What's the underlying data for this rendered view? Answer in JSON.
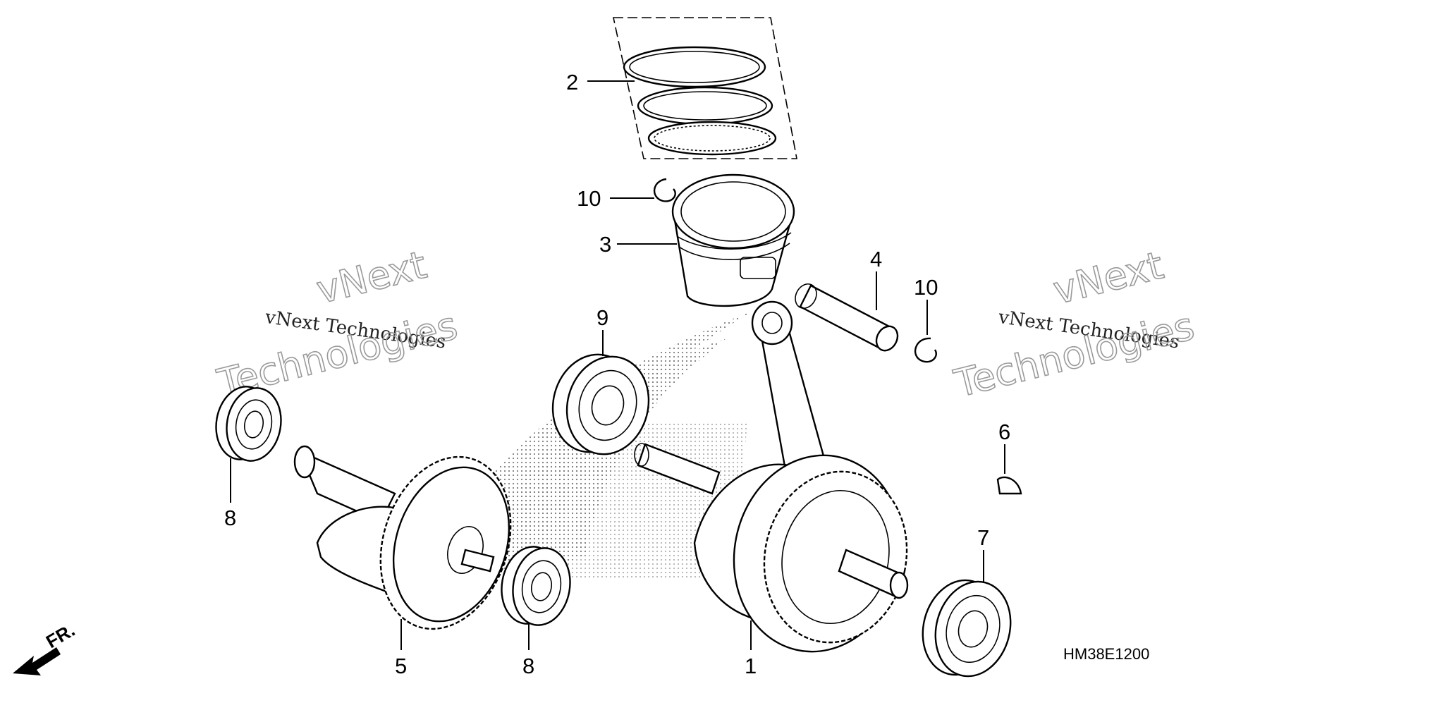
{
  "diagram": {
    "drawing_code": "HM38E1200",
    "direction_label": "FR.",
    "callouts": {
      "c1": "1",
      "c2": "2",
      "c3": "3",
      "c4": "4",
      "c5": "5",
      "c6": "6",
      "c7": "7",
      "c8a": "8",
      "c8b": "8",
      "c9": "9",
      "c10a": "10",
      "c10b": "10"
    },
    "watermarks": {
      "left_small": "vNext Technologies",
      "left_big_1": "vNext",
      "left_big_2": "Technologies",
      "right_small": "vNext Technologies",
      "right_big_1": "vNext",
      "right_big_2": "Technologies"
    }
  }
}
